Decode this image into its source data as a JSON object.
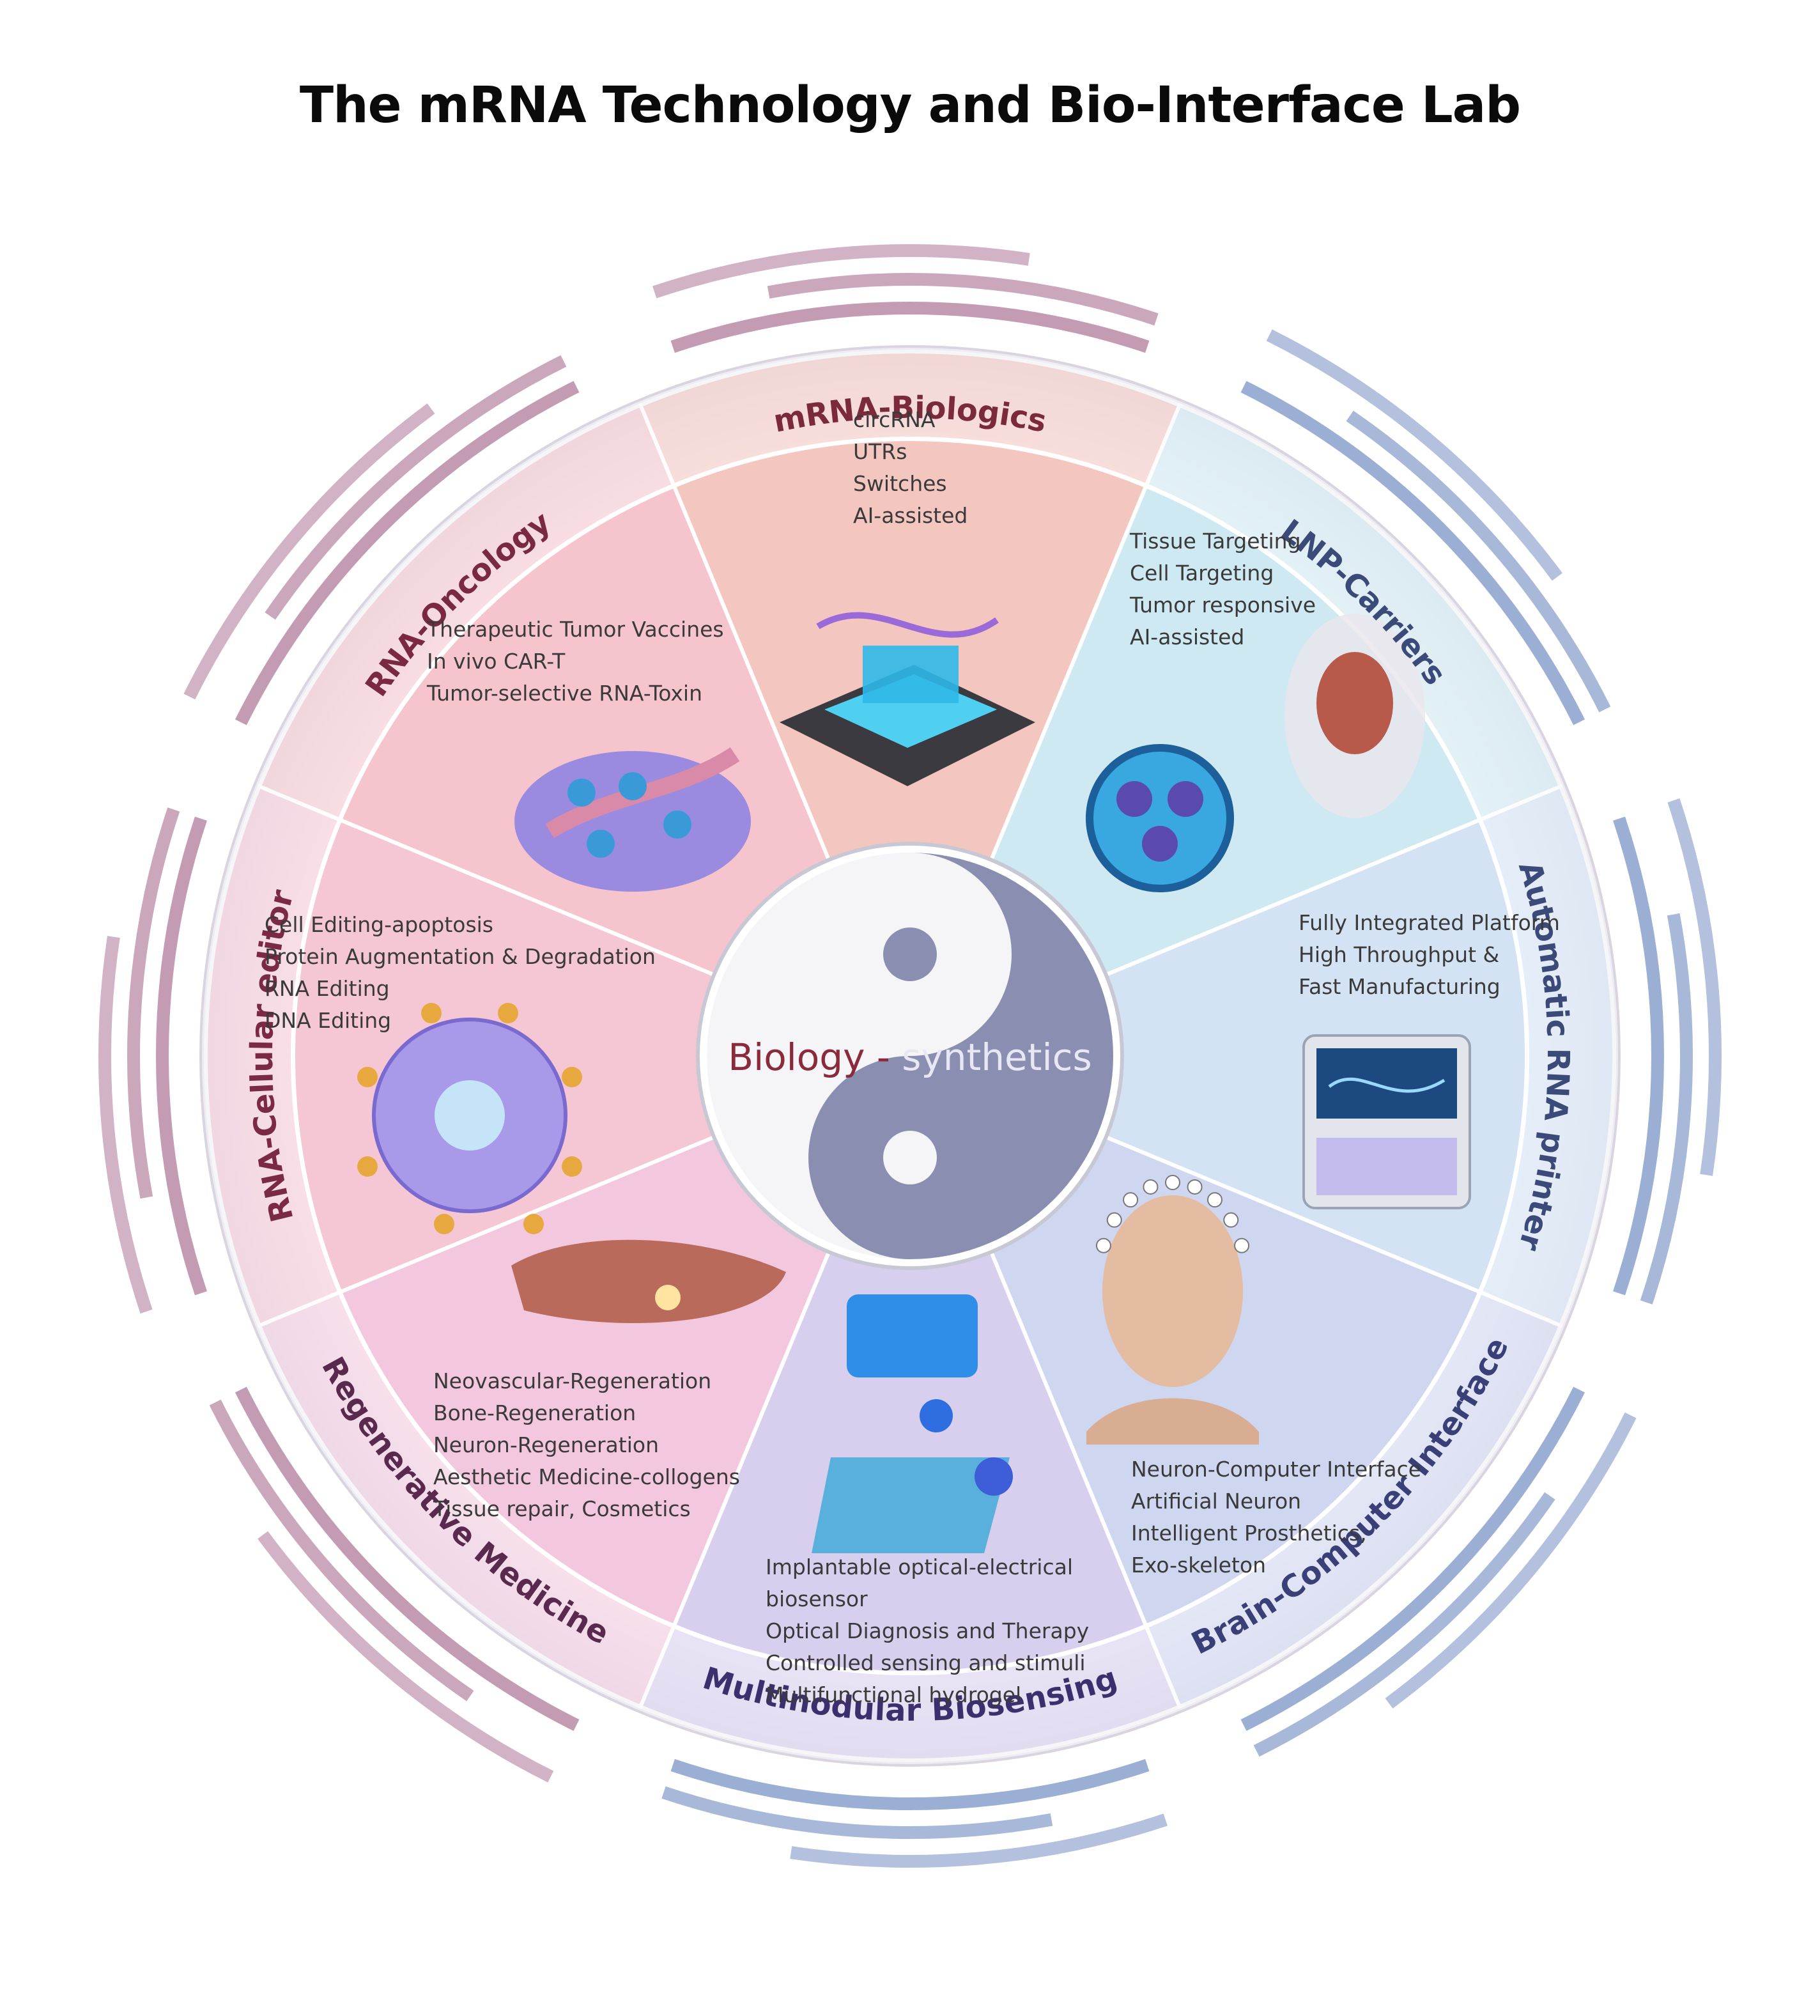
{
  "title": "The mRNA Technology and Bio-Interface Lab",
  "center": {
    "part1": "Biology - ",
    "part2": "synthetics"
  },
  "segments": [
    {
      "label": "mRNA-Biologics",
      "items": [
        "circRNA",
        "UTRs",
        "Switches",
        "AI-assisted"
      ],
      "color": "#f4c6c0",
      "labelColor": "#7a2a3a"
    },
    {
      "label": "LNP-Carriers",
      "items": [
        "Tissue Targeting",
        "Cell Targeting",
        "Tumor responsive",
        "AI-assisted"
      ],
      "color": "#cfe9f2",
      "labelColor": "#3b4a78"
    },
    {
      "label": "Automatic RNA printer",
      "items": [
        "Fully Integrated Platform",
        "High Throughput &",
        "Fast Manufacturing"
      ],
      "color": "#d3e3f4",
      "labelColor": "#3b4a78"
    },
    {
      "label": "Brain-Computer Interface",
      "items": [
        "Neuron-Computer Interface",
        "Artificial Neuron",
        "Intelligent Prosthetics,",
        "Exo-skeleton"
      ],
      "color": "#cfd6f0",
      "labelColor": "#3b3f78"
    },
    {
      "label": "Multinodular Biosensing",
      "items": [
        "Implantable optical-electrical",
        "biosensor",
        "Optical Diagnosis and Therapy",
        "Controlled sensing and stimuli",
        "Multifunctional hydrogel"
      ],
      "color": "#d8cfee",
      "labelColor": "#3d2f6e"
    },
    {
      "label": "Regenerative Medicine",
      "items": [
        "Neovascular-Regeneration",
        "Bone-Regeneration",
        "Neuron-Regeneration",
        "Aesthetic Medicine-collogens",
        "Tissue repair, Cosmetics"
      ],
      "color": "#f3c8de",
      "labelColor": "#5a2a4e"
    },
    {
      "label": "RNA-Cellular editor",
      "items": [
        "Cell Editing-apoptosis",
        "Protein Augmentation & Degradation",
        "RNA Editing",
        "DNA Editing"
      ],
      "color": "#f5c6d4",
      "labelColor": "#7a2a45"
    },
    {
      "label": "RNA-Oncology",
      "items": [
        "Therapeutic Tumor Vaccines",
        "In vivo CAR-T",
        "Tumor-selective RNA-Toxin"
      ],
      "color": "#f5c4cc",
      "labelColor": "#7a2a40"
    }
  ],
  "colors": {
    "warm_arc": "#b98aa6",
    "cool_arc": "#8aa0cc",
    "yin_light": "#f5f5f7",
    "yin_dark": "#8a8fb2",
    "center_warm_text": "#8a2a3a",
    "center_cool_text": "#e8e8f4"
  },
  "icons": [
    "ai-chip-icon",
    "lipid-nanoparticle-icon",
    "rna-printer-icon",
    "eeg-head-icon",
    "hydrogel-sensor-icon",
    "muscle-tissue-icon",
    "edited-cell-icon",
    "tumor-cluster-icon"
  ]
}
